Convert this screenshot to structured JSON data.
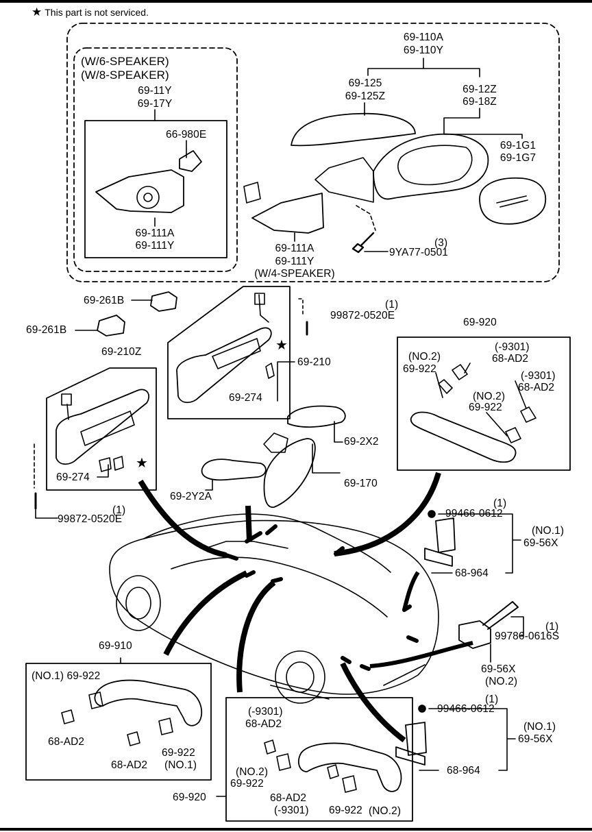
{
  "header": {
    "star_symbol": "★",
    "note": "This part is not serviced."
  },
  "groups": {
    "mirror_variant_label1": "(W/6-SPEAKER)",
    "mirror_variant_label2": "(W/8-SPEAKER)",
    "w4_speaker": "(W/4-SPEAKER)"
  },
  "callouts": [
    "69-110A",
    "69-110Y",
    "69-125",
    "69-125Z",
    "69-12Z",
    "69-18Z",
    "69-11Y",
    "69-17Y",
    "66-980E",
    "69-1G1",
    "69-1G7",
    "69-111A",
    "69-111Y",
    "69-111A",
    "69-111Y",
    "(3)",
    "9YA77-0501",
    "69-261B",
    "69-261B",
    "(1)",
    "99872-0520E",
    "69-210Z",
    "69-210",
    "69-274",
    "69-274",
    "69-920",
    "(-9301)",
    "(NO.2)",
    "68-AD2",
    "69-922",
    "(-9301)",
    "68-AD2",
    "(NO.2)",
    "69-922",
    "69-2X2",
    "69-170",
    "69-2Y2A",
    "(1)",
    "99872-0520E",
    "(1)",
    "99466-0612",
    "(NO.1)",
    "69-56X",
    "68-964",
    "(1)",
    "99786-0616S",
    "69-56X",
    "(NO.2)",
    "69-910",
    "(NO.1) 69-922",
    "68-AD2",
    "68-AD2",
    "69-922",
    "(NO.1)",
    "(1)",
    "99466-0612",
    "(NO.1)",
    "69-56X",
    "68-964",
    "(-9301)",
    "68-AD2",
    "(NO.2)",
    "69-922",
    "69-920",
    "68-AD2",
    "(-9301)",
    "69-922",
    "(NO.2)"
  ]
}
